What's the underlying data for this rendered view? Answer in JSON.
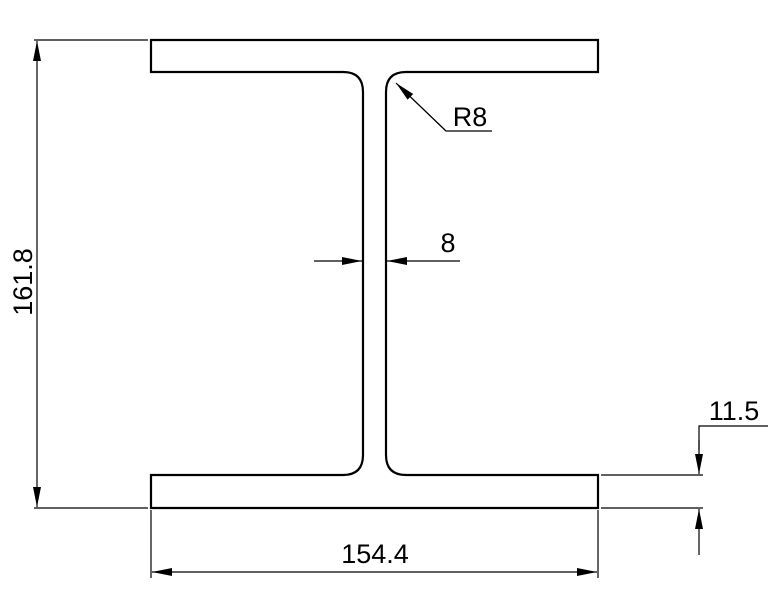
{
  "drawing": {
    "dimensions": {
      "height": "161.8",
      "flange_width": "154.4",
      "web_thickness": "8",
      "fillet_radius": "R8",
      "flange_thickness": "11.5"
    },
    "colors": {
      "line": "#000000",
      "background": "#ffffff"
    }
  }
}
